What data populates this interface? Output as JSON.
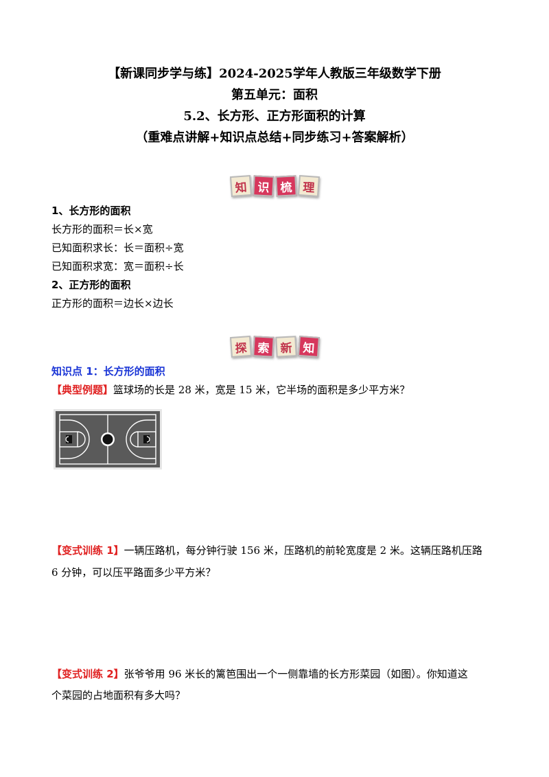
{
  "header": {
    "title_line1": "【新课同步学与练】2024-2025学年人教版三年级数学下册",
    "title_line2": "第五单元：面积",
    "title_line3": "5.2、长方形、正方形面积的计算",
    "title_line4": "（重难点讲解+知识点总结+同步练习+答案解析）"
  },
  "badge1": {
    "chars": [
      "知",
      "识",
      "梳",
      "理"
    ]
  },
  "knowledge": {
    "h1": "1、长方形的面积",
    "l1": "长方形的面积＝长×宽",
    "l2": "已知面积求长：长＝面积÷宽",
    "l3": "已知面积求宽：宽＝面积÷长",
    "h2": "2、正方形的面积",
    "l4": "正方形的面积＝边长×边长"
  },
  "badge2": {
    "chars": [
      "探",
      "索",
      "新",
      "知"
    ]
  },
  "point1": {
    "heading": "知识点 1：长方形的面积",
    "example_tag": "【典型例题】",
    "example_text": "篮球场的长是 28 米，宽是 15 米，它半场的面积是多少平方米？"
  },
  "drill1": {
    "tag": "【变式训练 1】",
    "text1": "一辆压路机，每分钟行驶 156 米，压路机的前轮宽度是 2 米。这辆压路机压路",
    "text2": "6 分钟，可以压平路面多少平方米？"
  },
  "drill2": {
    "tag": "【变式训练 2】",
    "text1": "张爷爷用 96 米长的篱笆围出一个一侧靠墙的长方形菜园（如图）。你知道这",
    "text2": "个菜园的占地面积有多大吗？"
  },
  "colors": {
    "heading_blue": "#1a35d6",
    "tag_red": "#e02020",
    "badge_dark": "#d7375d",
    "badge_light": "#f3ead2",
    "court_floor": "#5a5a5a",
    "court_line": "#ffffff"
  }
}
